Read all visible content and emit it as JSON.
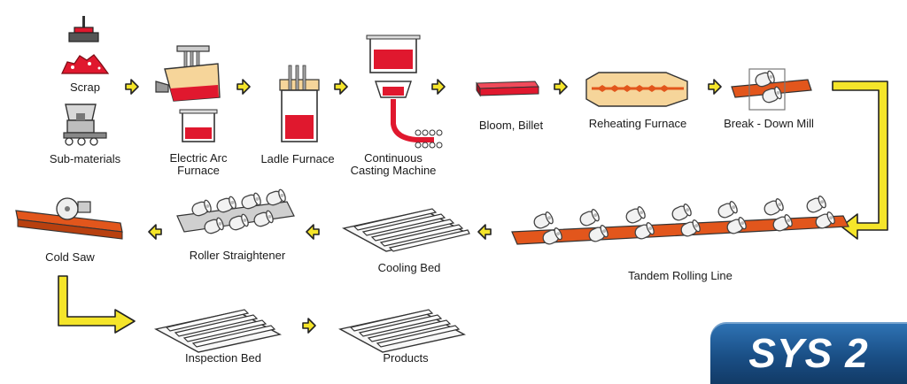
{
  "labels": {
    "scrap": "Scrap",
    "sub_materials": "Sub-materials",
    "electric_arc_furnace": "Electric Arc\nFurnace",
    "ladle_furnace": "Ladle Furnace",
    "continuous_casting_machine": "Continuous\nCasting Machine",
    "bloom_billet": "Bloom, Billet",
    "reheating_furnace": "Reheating Furnace",
    "break_down_mill": "Break - Down Mill",
    "tandem_rolling_line": "Tandem Rolling Line",
    "cooling_bed": "Cooling Bed",
    "roller_straightener": "Roller Straightener",
    "cold_saw": "Cold Saw",
    "inspection_bed": "Inspection Bed",
    "products": "Products"
  },
  "badge": "SYS 2",
  "colors": {
    "arrow_yellow": "#f5e52a",
    "arrow_stroke": "#222222",
    "steel_orange": "#e2561c",
    "melt_red": "#e0182e",
    "furnace_tan": "#f6d59a",
    "equipment_gray": "#b8b8b8",
    "badge_blue": "#1a4f86"
  }
}
